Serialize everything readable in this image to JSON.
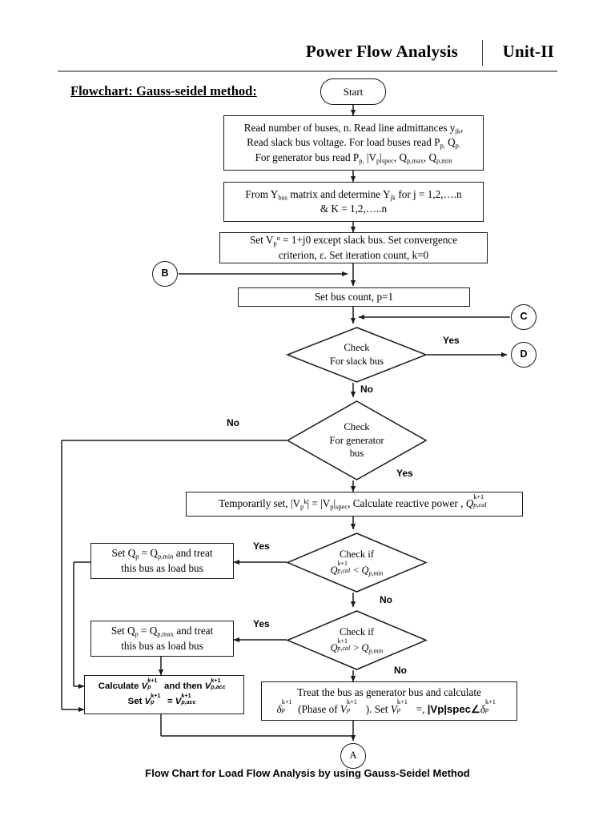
{
  "header": {
    "title": "Power Flow Analysis",
    "unit": "Unit-II"
  },
  "flow_label": "Flowchart: Gauss-seidel method:",
  "caption": "Flow Chart for Load Flow Analysis by using Gauss-Seidel Method",
  "nodes": {
    "start": {
      "label": "Start",
      "type": "terminator"
    },
    "read_inputs": {
      "type": "process",
      "line1": "Read number of buses, n. Read line admittances y",
      "line1_sub": "jk",
      "line1_end": ",",
      "line2a": "Read slack bus voltage. For load buses read P",
      "line2_sub1": "p,",
      "line2b": " Q",
      "line2_sub2": "p.",
      "line3a": "For generator bus read P",
      "line3_sub1": "p,",
      "line3b": " |V",
      "line3_sub2": "p",
      "line3c": "|",
      "line3_sub3": "spec",
      "line3d": ", Q",
      "line3_sub4": "p,max",
      "line3e": ", Q",
      "line3_sub5": "p,min"
    },
    "ybus": {
      "type": "process",
      "line1a": "From Y",
      "line1_sub1": "bus",
      "line1b": " matrix and determine Y",
      "line1_sub2": "jk",
      "line1c": " for j = 1,2,….n",
      "line2": "& K = 1,2,…..n"
    },
    "set_v": {
      "type": "process",
      "line1a": "Set V",
      "line1_sub": "p",
      "line1_sup": "o",
      "line1b": " = 1+j0 except slack bus. Set convergence",
      "line2": "criterion, ε. Set iteration count, k=0"
    },
    "bus_count": {
      "type": "process",
      "label": "Set bus count, p=1"
    },
    "check_slack": {
      "type": "decision",
      "line1": "Check",
      "line2": "For slack bus"
    },
    "check_generator": {
      "type": "decision",
      "line1": "Check",
      "line2": "For generator",
      "line3": "bus"
    },
    "temporarily_set": {
      "type": "process",
      "a": "Temporarily set, |V",
      "sub_a": "p",
      "sup_a": "k",
      "b": "| = ",
      "c": " |V",
      "sub_c": "p",
      "d": "|",
      "sub_d": "spec",
      "e": ", Calculate reactive power , ",
      "q_base": "Q",
      "q_sup": "k+1",
      "q_sub": "p,cal"
    },
    "check_qmin": {
      "type": "decision",
      "line1": "Check if",
      "lhs_base": "Q",
      "lhs_sup": "k+1",
      "lhs_sub": "p,cal",
      "op": "<",
      "rhs_base": "Q",
      "rhs_sub": "p,min"
    },
    "check_qmax": {
      "type": "decision",
      "line1": "Check if",
      "lhs_base": "Q",
      "lhs_sup": "k+1",
      "lhs_sub": "p,cal",
      "op": ">",
      "rhs_base": "Q",
      "rhs_sub": "p,min"
    },
    "set_qmin": {
      "type": "process",
      "line1a": "Set Q",
      "line1_sub1": "p",
      "line1b": " = Q",
      "line1_sub2": "p,min",
      "line1c": " and treat",
      "line2": "this bus as load bus"
    },
    "set_qmax": {
      "type": "process",
      "line1a": "Set Q",
      "line1_sub1": "p",
      "line1b": " = Q",
      "line1_sub2": "p,max",
      "line1c": " and treat",
      "line2": "this bus as load bus"
    },
    "calculate_v": {
      "type": "process",
      "l1a": "Calculate ",
      "l1_v1_base": "V",
      "l1_v1_sup": "k+1",
      "l1_v1_sub": "p",
      "l1b": " and then ",
      "l1_v2_base": "V",
      "l1_v2_sup": "k+1",
      "l1_v2_sub": "p,acc",
      "l2a": "Set ",
      "l2_v1_base": "V",
      "l2_v1_sup": "k+1",
      "l2_v1_sub": "p",
      "l2b": " = ",
      "l2_v2_base": "V",
      "l2_v2_sup": "k+1",
      "l2_v2_sub": "p,acc"
    },
    "treat_generator": {
      "type": "process",
      "line1": "Treat the bus as generator bus and calculate",
      "l2_d_base": "δ",
      "l2_d_sup": "k+1",
      "l2_d_sub": "p",
      "l2a": "(Phase of ",
      "l2_v_base": "V",
      "l2_v_sup": "k+1",
      "l2_v_sub": "p",
      "l2b": " ). Set ",
      "l2_v2_base": "V",
      "l2_v2_sup": "k+1",
      "l2_v2_sub": "p",
      "l2c": " =, ",
      "l2_spec": "|Vp|spec∠",
      "l2_d2_base": "δ",
      "l2_d2_sup": "k+1",
      "l2_d2_sub": "p"
    },
    "connector_a": {
      "label": "A",
      "type": "connector"
    },
    "connector_b": {
      "label": "B",
      "type": "connector"
    },
    "connector_c": {
      "label": "C",
      "type": "connector"
    },
    "connector_d": {
      "label": "D",
      "type": "connector"
    }
  },
  "edge_labels": {
    "slack_yes": "Yes",
    "slack_no": "No",
    "generator_no": "No",
    "generator_yes": "Yes",
    "qmin_yes": "Yes",
    "qmin_no": "No",
    "qmax_yes": "Yes",
    "qmax_no": "No"
  },
  "colors": {
    "stroke": "#1a1a1a",
    "rule": "#8b8b8b",
    "background": "#ffffff"
  }
}
